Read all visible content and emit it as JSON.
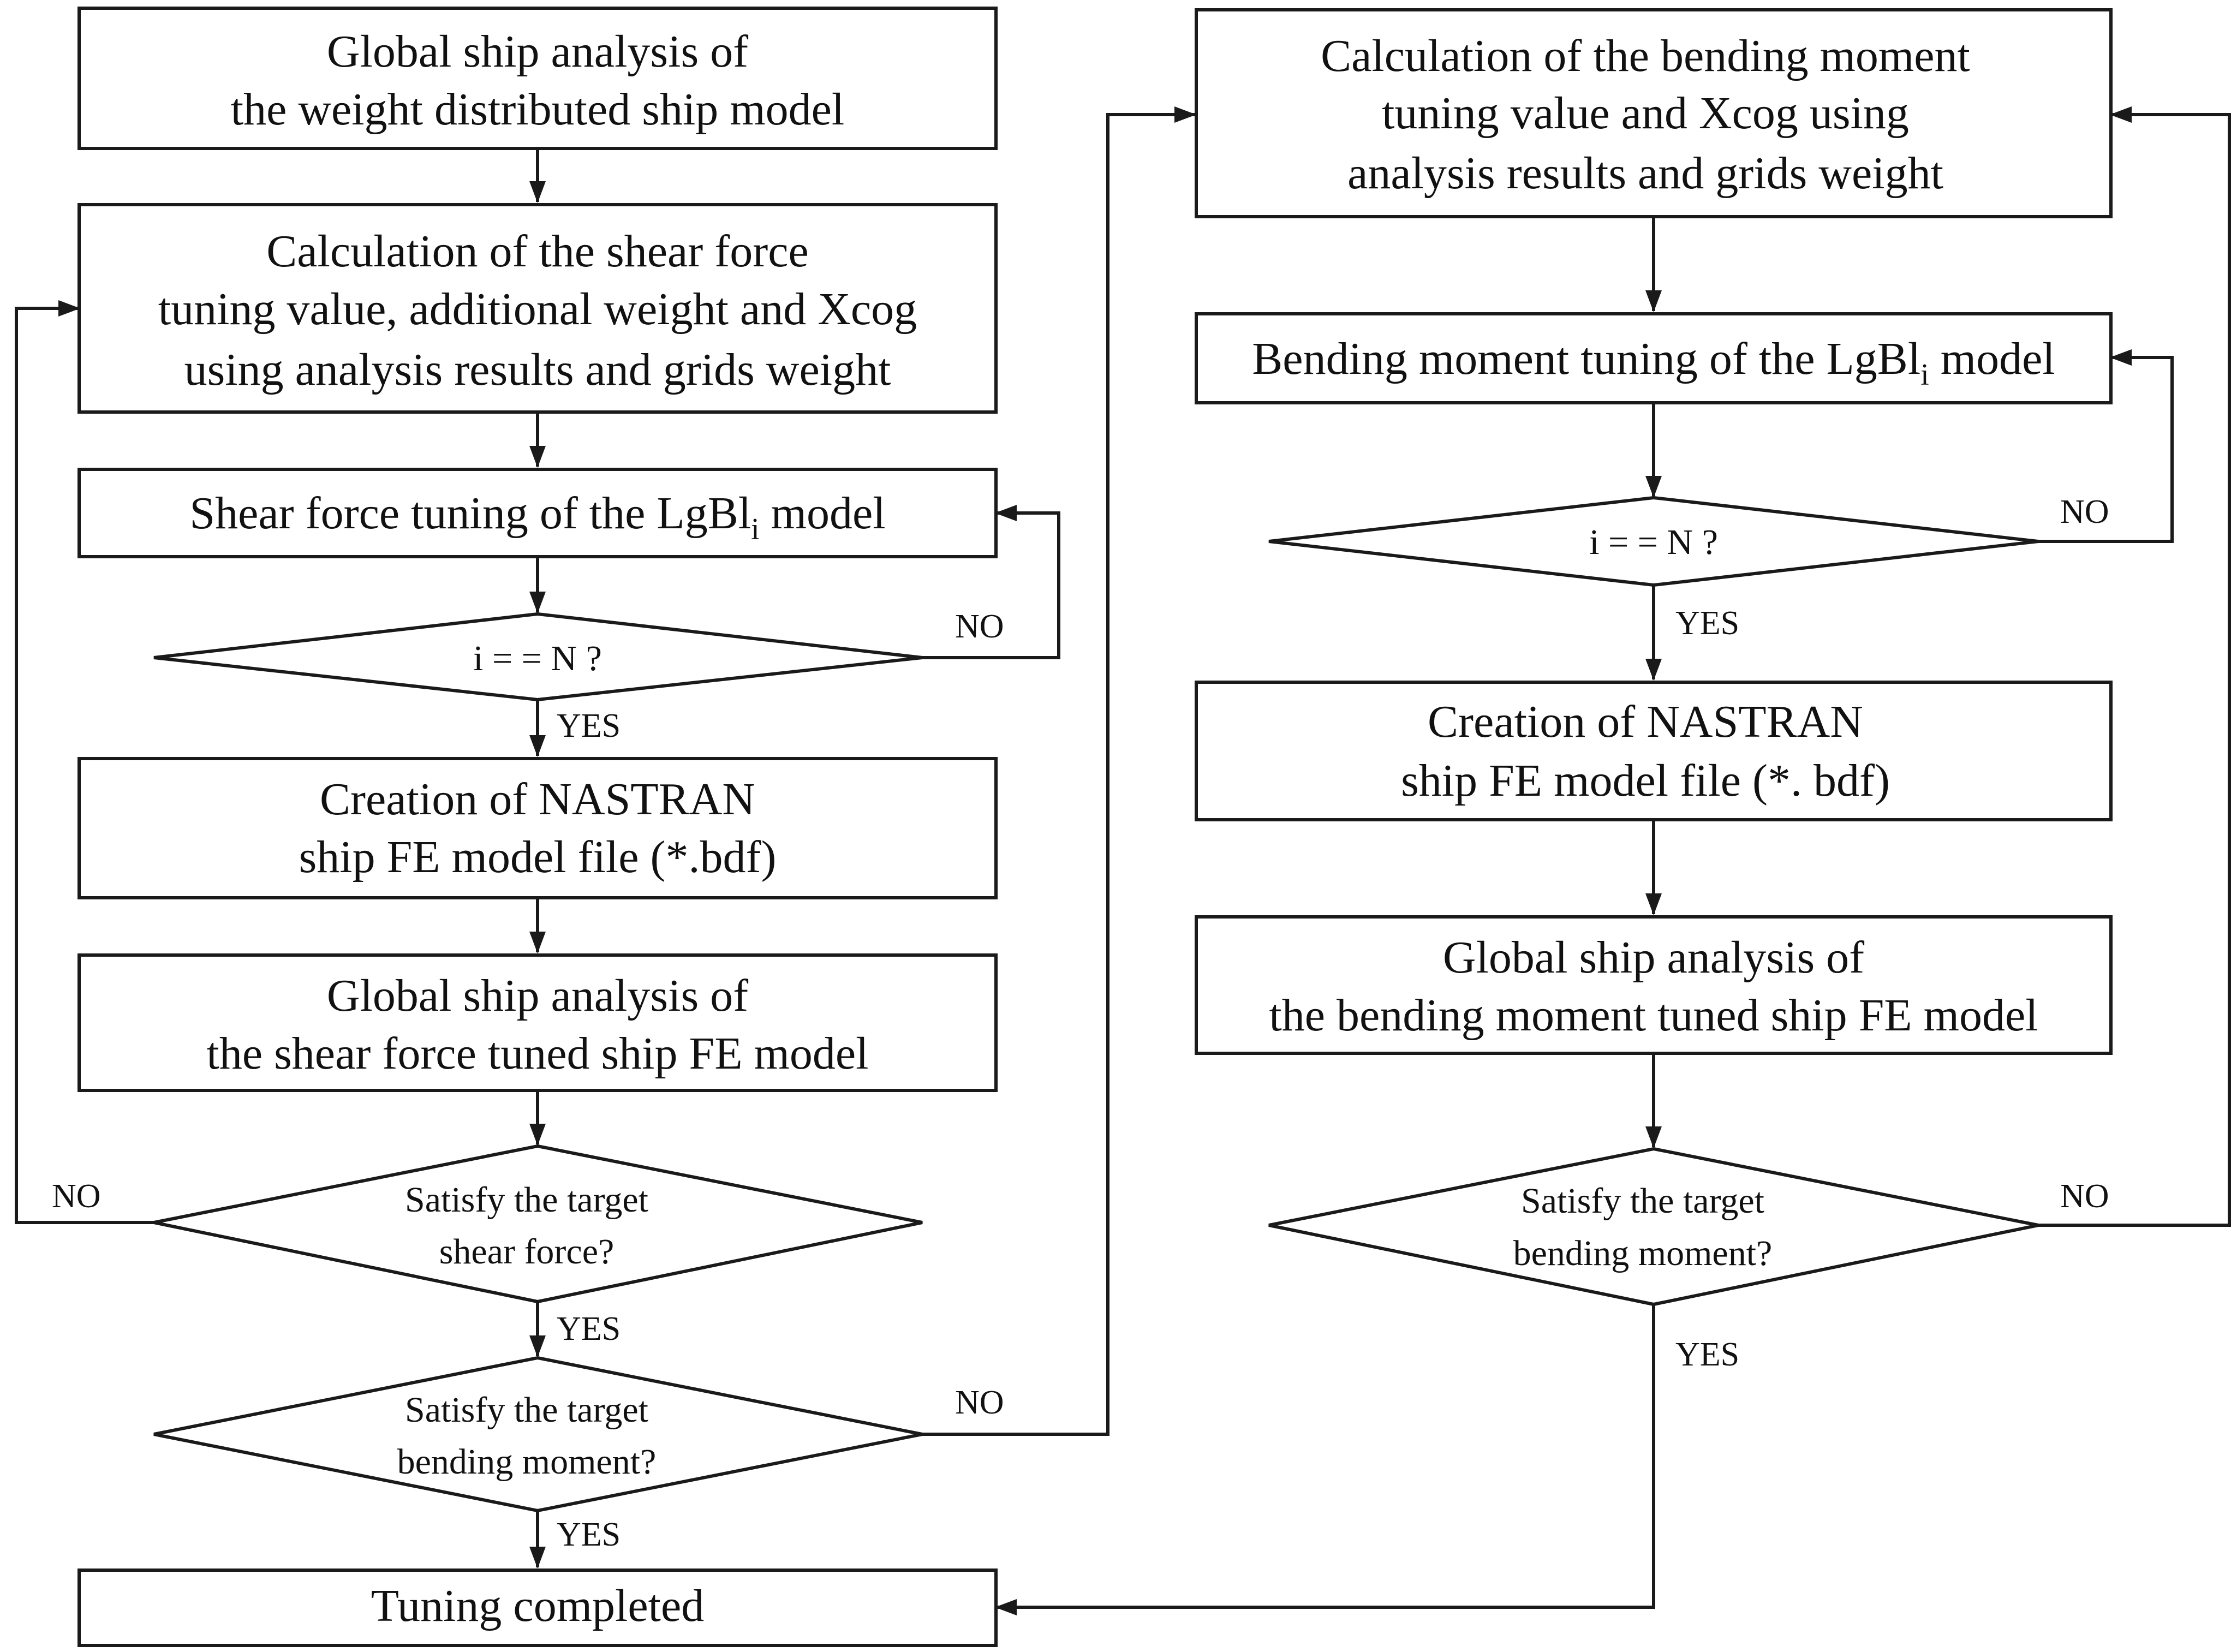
{
  "left": {
    "b1": {
      "line1": "Global ship analysis of",
      "line2": "the weight distributed ship model"
    },
    "b2": {
      "line1": "Calculation of the shear force",
      "line2": "tuning value, additional weight and Xcog",
      "line3": "using analysis results and grids weight"
    },
    "b3": {
      "pre": "Shear force tuning of the LgBl",
      "sub": "i",
      "post": " model"
    },
    "d1": {
      "text": "i = = N ?",
      "no": "NO",
      "yes": "YES"
    },
    "b4": {
      "line1": "Creation of NASTRAN",
      "line2": "ship FE model file (*.bdf)"
    },
    "b5": {
      "line1": "Global ship analysis of",
      "line2": "the shear force tuned ship FE model"
    },
    "d2": {
      "line1": "Satisfy the target",
      "line2": "shear force?",
      "no": "NO",
      "yes": "YES"
    },
    "d3": {
      "line1": "Satisfy the target",
      "line2": "bending moment?",
      "no": "NO",
      "yes": "YES"
    },
    "b6": {
      "text": "Tuning completed"
    }
  },
  "right": {
    "b1": {
      "line1": "Calculation of the bending moment",
      "line2": "tuning value and  Xcog using",
      "line3": "analysis results and grids weight"
    },
    "b2": {
      "pre": "Bending moment tuning of the  LgBl",
      "sub": "i",
      "post": " model"
    },
    "d1": {
      "text": "i = = N ?",
      "no": "NO",
      "yes": "YES"
    },
    "b3": {
      "line1": "Creation of NASTRAN",
      "line2": "ship FE model file (*. bdf)"
    },
    "b4": {
      "line1": "Global ship analysis of",
      "line2": "the bending moment tuned ship  FE model"
    },
    "d2": {
      "line1": "Satisfy the target",
      "line2": "bending moment?",
      "no": "NO",
      "yes": "YES"
    }
  }
}
